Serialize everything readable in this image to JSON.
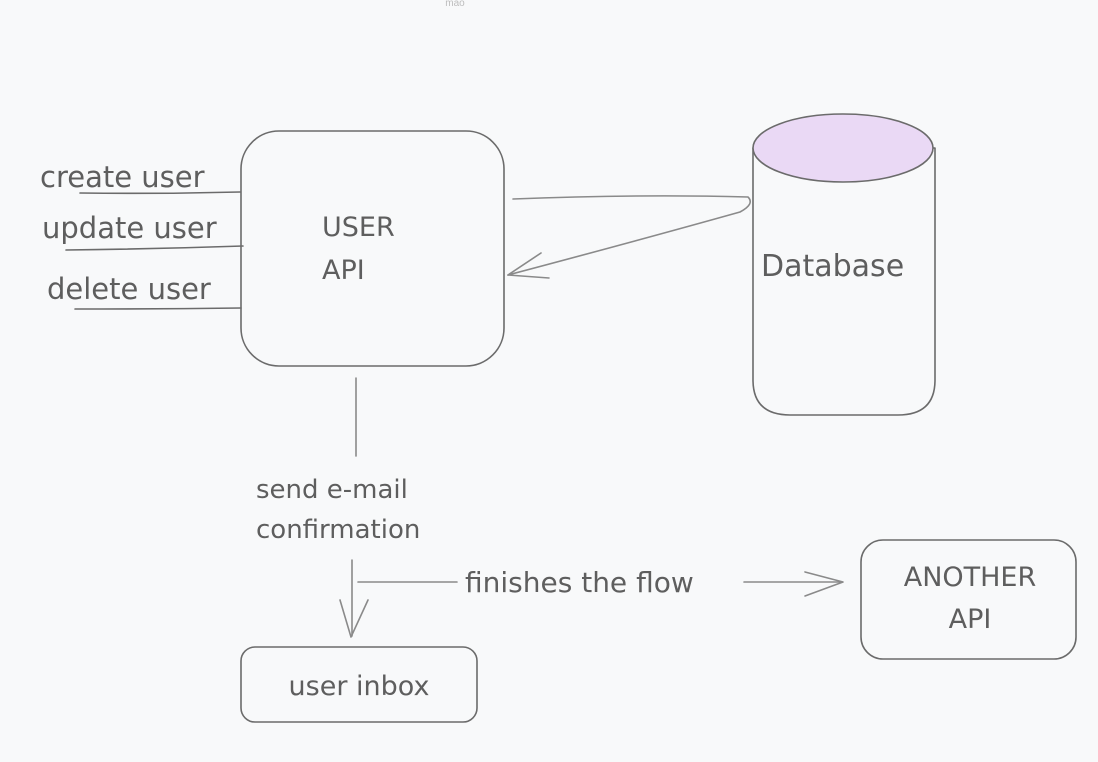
{
  "author_label": "mao",
  "nodes": {
    "user_api": {
      "line1": "USER",
      "line2": "API"
    },
    "database": {
      "label": "Database"
    },
    "another_api": {
      "line1": "ANOTHER",
      "line2": "API"
    },
    "user_inbox": {
      "label": "user inbox"
    }
  },
  "operations": [
    {
      "label": "create user"
    },
    {
      "label": "update user"
    },
    {
      "label": "delete user"
    }
  ],
  "edges": {
    "email": {
      "line1": "send e-mail",
      "line2": "confirmation"
    },
    "finish": {
      "label": "finishes the flow"
    }
  },
  "colors": {
    "fill": "#e9dcf3",
    "stroke": "#6b6b6b",
    "background": "#f8f9fa"
  }
}
